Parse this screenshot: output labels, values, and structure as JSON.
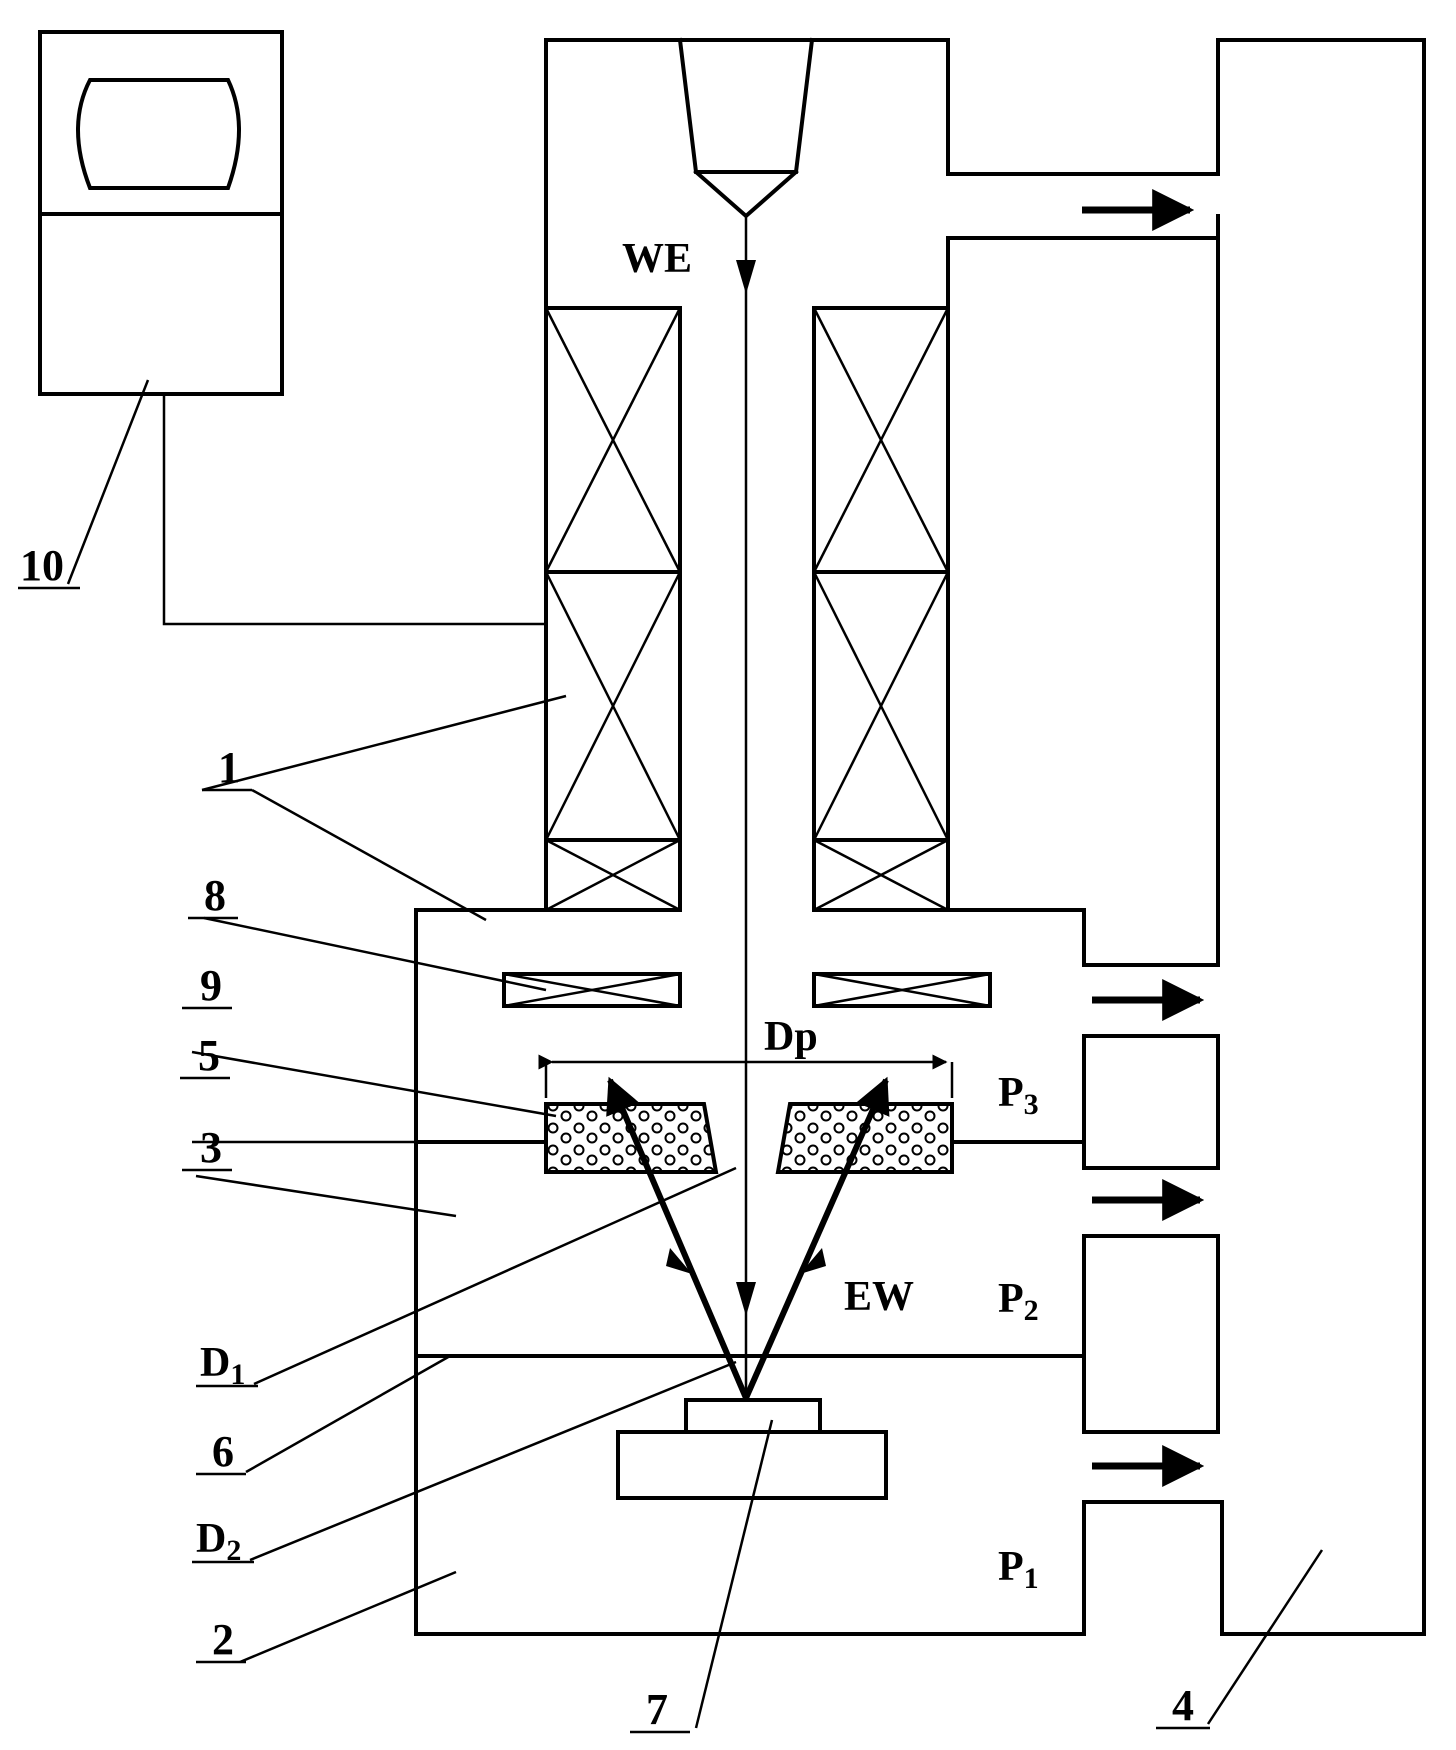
{
  "labels": {
    "we": "WE",
    "ew": "EW",
    "dp": "Dp",
    "p1_main": "P",
    "p1_sub": "1",
    "p2_main": "P",
    "p2_sub": "2",
    "p3_main": "P",
    "p3_sub": "3",
    "d1_main": "D",
    "d1_sub": "1",
    "d2_main": "D",
    "d2_sub": "2"
  },
  "refs": {
    "r1": "1",
    "r2": "2",
    "r3": "3",
    "r4": "4",
    "r5": "5",
    "r6": "6",
    "r7": "7",
    "r8": "8",
    "r9": "9",
    "r10": "10"
  }
}
